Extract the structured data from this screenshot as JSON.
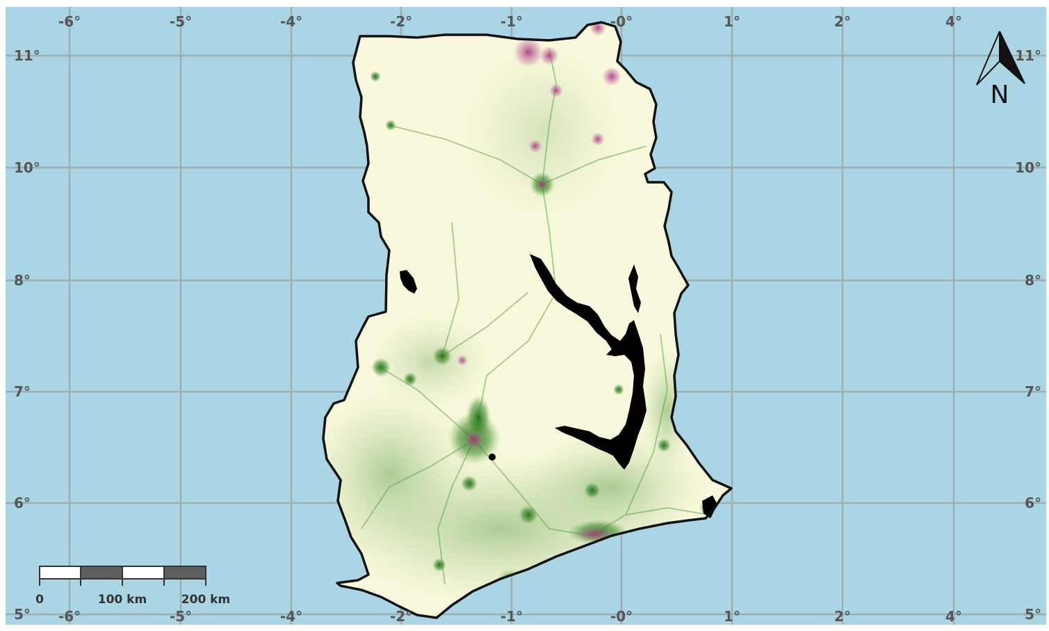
{
  "map": {
    "ocean_color": "#a9d5e4",
    "land_color": "#f9f8dc",
    "border_color": "#111111",
    "grid_color": "#9ea6a9",
    "lake_color": "#000000",
    "urban_green": "#1f6e14",
    "urban_magenta": "#a8377e"
  },
  "grid": {
    "top_labels": [
      "-6°",
      "-5°",
      "-4°",
      "-2°",
      "-1°",
      "-0°",
      "1°",
      "2°",
      "4°"
    ],
    "bottom_labels": [
      "-6°",
      "-5°",
      "-4°",
      "-2°",
      "-1°",
      "-0°",
      "1°",
      "2°",
      "4°"
    ],
    "left_labels": [
      "11°",
      "10°",
      "8°",
      "7°",
      "6°",
      "5°"
    ],
    "right_labels": [
      "11°",
      "10°",
      "8°",
      "7°",
      "6°",
      "5°"
    ]
  },
  "scale_bar": {
    "labels": [
      "0",
      "100 km",
      "200 km"
    ]
  },
  "north_arrow": {
    "label": "N",
    "icon": "north-arrow-icon"
  }
}
